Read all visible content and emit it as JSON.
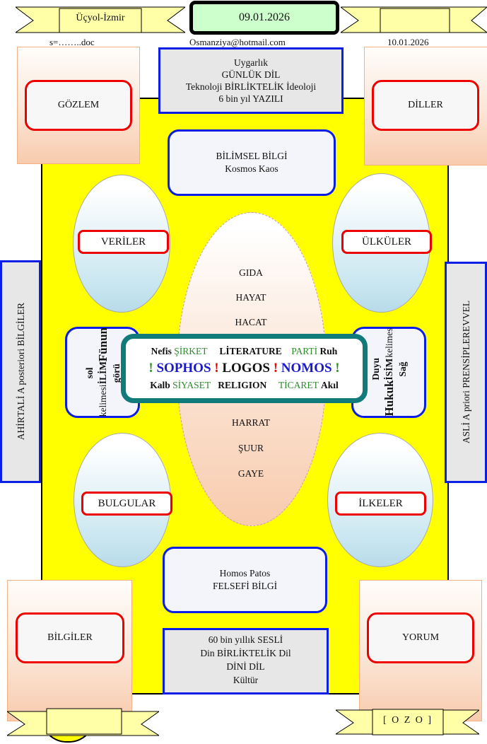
{
  "header": {
    "location": "Üçyol-İzmir",
    "date": "09.01.2026",
    "right_banner": "",
    "file": "s=……..doc",
    "email": "Osmanziya@hotmail.com",
    "date2": "10.01.2026"
  },
  "top_box": [
    "Uygarlık",
    "GÜNLÜK  DİL",
    "Teknoloji BİRLİKTELİK İdeoloji",
    "6 bin yıl YAZILI"
  ],
  "science_box": [
    "BİLİMSEL  BİLGİ",
    "Kosmos Kaos"
  ],
  "corners": {
    "top_left": "GÖZLEM",
    "top_right": "DİLLER",
    "bottom_left": "BİLGİLER",
    "bottom_right": "YORUM"
  },
  "ellipses": {
    "top_left": "VERİLER",
    "top_right": "ÜLKÜLER",
    "bottom_left": "BULGULAR",
    "bottom_right": "İLKELER"
  },
  "center_words_top": [
    "GIDA",
    "HAYAT",
    "HACAT"
  ],
  "center_words_bottom": [
    "HARRAT",
    "ŞUUR",
    "GAYE"
  ],
  "left_small": [
    "kelimesi",
    "sol İLİM görü",
    "Fünun"
  ],
  "right_small": [
    "Hukuk",
    "Duyu İSİM Sağ",
    "kelimes"
  ],
  "center_box": {
    "row1": [
      "Nefis",
      "ŞİRKET",
      "LİTERATURE",
      "PARTİ",
      "Ruh"
    ],
    "row2": [
      "!",
      "SOPHOS",
      "!",
      "LOGOS",
      "!",
      "NOMOS",
      "!"
    ],
    "row3": [
      "Kalb",
      "SİYASET",
      "RELIGION",
      "TİCARET",
      "Akıl"
    ]
  },
  "left_side": [
    "AHİR",
    "TALİ  A posteriori  BİLGİLER"
  ],
  "right_side": [
    "ASLİ  A priori  PRENSİPLER",
    "EVVEL"
  ],
  "philosophy_box": [
    "Homos Patos",
    "FELSEFİ  BİLGİ"
  ],
  "bottom_box": [
    "60  bin yıllık SESLİ",
    "Din  BİRLİKTELİK Dil",
    "DİNİ DİL",
    "Kültür"
  ],
  "footer": {
    "left_banner": "",
    "right_banner": "[ O Z O ]"
  }
}
